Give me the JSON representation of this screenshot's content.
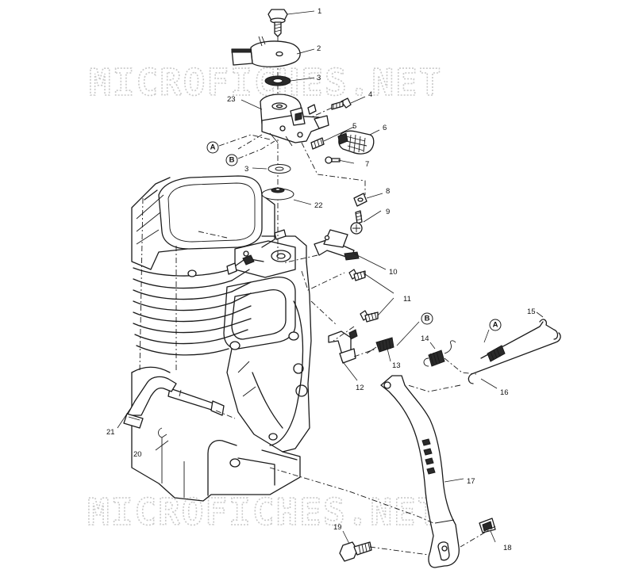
{
  "watermark": "MICROFICHES.NET",
  "callouts": [
    "1",
    "2",
    "3",
    "4",
    "5",
    "6",
    "7",
    "8",
    "9",
    "10",
    "11",
    "12",
    "13",
    "14",
    "15",
    "16",
    "17",
    "18",
    "19",
    "20",
    "21",
    "22",
    "23"
  ],
  "callout_3b": "3",
  "reference_letters": [
    "A",
    "B"
  ]
}
